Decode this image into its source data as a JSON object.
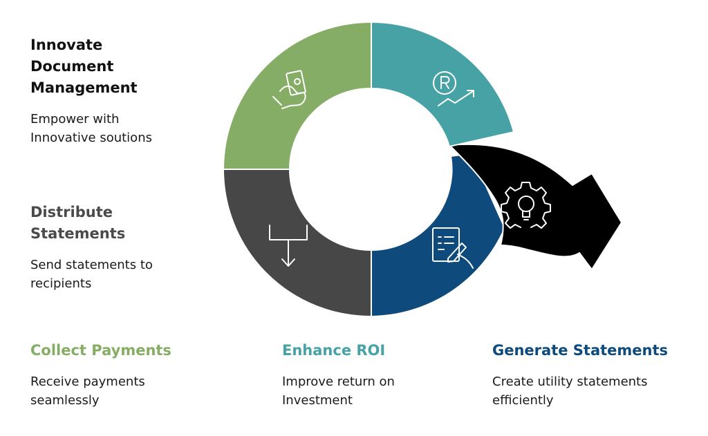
{
  "colors": {
    "green": "#86ad66",
    "teal": "#47a2a5",
    "dark_gray": "#474747",
    "navy": "#0e4a7b",
    "black": "#000000",
    "text_dark": "#111111",
    "title_gray": "#4a4a4a"
  },
  "blocks": {
    "innovate": {
      "title_line1": "Innovate",
      "title_line2": "Document",
      "title_line3": "Management",
      "desc_line1": "Empower with",
      "desc_line2": "Innovative soutions"
    },
    "distribute": {
      "title_line1": "Distribute",
      "title_line2": "Statements",
      "desc_line1": "Send statements to",
      "desc_line2": "recipients"
    },
    "collect": {
      "title": "Collect Payments",
      "desc_line1": "Receive payments",
      "desc_line2": "seamlessly"
    },
    "roi": {
      "title": "Enhance ROI",
      "desc_line1": "Improve return on",
      "desc_line2": "Investment"
    },
    "generate": {
      "title": "Generate Statements",
      "desc_line1": "Create utility statements",
      "desc_line2": "efficiently"
    }
  },
  "segments": [
    {
      "name": "collect-payments-segment",
      "icon": "money-hand-icon",
      "color_key": "green"
    },
    {
      "name": "enhance-roi-segment",
      "icon": "currency-growth-icon",
      "color_key": "teal"
    },
    {
      "name": "innovate-arrow-segment",
      "icon": "gear-bulb-icon",
      "color_key": "black"
    },
    {
      "name": "generate-statements-segment",
      "icon": "document-pen-icon",
      "color_key": "navy"
    },
    {
      "name": "distribute-statements-segment",
      "icon": "tray-down-arrow-icon",
      "color_key": "dark_gray"
    }
  ]
}
